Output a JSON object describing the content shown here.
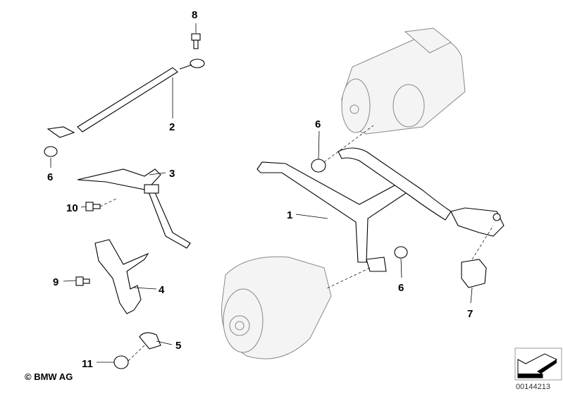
{
  "diagram": {
    "labels": {
      "p8": "8",
      "p2": "2",
      "p6a": "6",
      "p3": "3",
      "p10": "10",
      "p1": "1",
      "p6b": "6",
      "p9": "9",
      "p4": "4",
      "p6c": "6",
      "p7": "7",
      "p5": "5",
      "p11": "11"
    },
    "copyright": "© BMW AG",
    "diagram_code": "00144213"
  },
  "colors": {
    "line": "#000000",
    "ghost": "#888888",
    "background": "#ffffff"
  }
}
